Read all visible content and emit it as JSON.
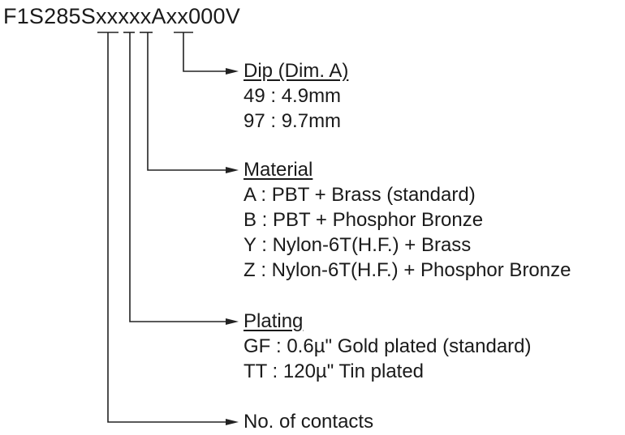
{
  "part_number": "F1S285SxxxxxAxx000V",
  "sections": {
    "dip": {
      "heading": "Dip (Dim. A)",
      "items": [
        "49 : 4.9mm",
        "97 : 9.7mm"
      ]
    },
    "material": {
      "heading": "Material",
      "items": [
        "A : PBT + Brass (standard)",
        "B : PBT + Phosphor Bronze",
        "Y : Nylon-6T(H.F.) + Brass",
        "Z : Nylon-6T(H.F.) + Phosphor Bronze"
      ]
    },
    "plating": {
      "heading": "Plating",
      "items": [
        "GF : 0.6µ\" Gold plated (standard)",
        "TT : 120µ\" Tin plated"
      ]
    },
    "contacts": {
      "heading": "No. of contacts"
    }
  }
}
